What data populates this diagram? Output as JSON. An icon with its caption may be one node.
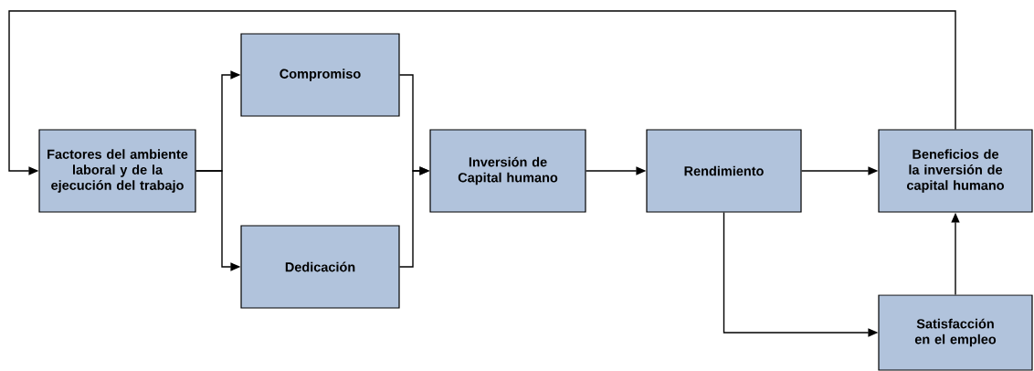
{
  "diagram": {
    "nodes": [
      {
        "text": [
          "Factores del ambiente laboral y de la ejecución del trabajo"
        ]
      },
      {
        "text": [
          "Compromiso"
        ]
      },
      {
        "text": [
          "Dedicación"
        ]
      },
      {
        "text": [
          "Inversión de Capital humano"
        ]
      },
      {
        "text": [
          "Rendimiento"
        ]
      },
      {
        "text": [
          "Beneficios de la inversión de capital humano"
        ]
      },
      {
        "text": [
          "Satisfacción en el empleo"
        ]
      }
    ],
    "edges": [
      {
        "from": 0,
        "to": 1,
        "arrow": "to"
      },
      {
        "from": 0,
        "to": 2,
        "arrow": "to"
      },
      {
        "from": 1,
        "to": 3,
        "arrow": "to"
      },
      {
        "from": 2,
        "to": 3,
        "arrow": "to"
      },
      {
        "from": 3,
        "to": 4,
        "arrow": "to"
      },
      {
        "from": 4,
        "to": 5,
        "arrow": "to"
      },
      {
        "from": 4,
        "to": 6,
        "arrow": "to"
      },
      {
        "from": 6,
        "to": 5,
        "arrow": "to"
      },
      {
        "from": 5,
        "to": 0,
        "arrow": "to"
      }
    ]
  }
}
